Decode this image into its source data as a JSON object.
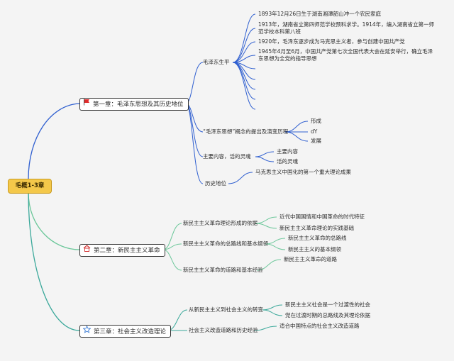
{
  "root": {
    "label": "毛概1-3章"
  },
  "colors": {
    "blue": "#2f5fd0",
    "green": "#6cc79a",
    "teal": "#3aa89a",
    "root_fill": "#f4c84a"
  },
  "ch1": {
    "label": "第一章：毛泽东思想及其历史地位",
    "icon": "red-flag-icon",
    "b1": {
      "label": "毛泽东生平",
      "items": [
        "1893年12月26日生于湖南湘潭韶山冲一个农民家庭",
        "1913年，湖南省立第四师范学校预科求学。1914年，编入湖南省立第一师范学校本科第八班",
        "1920年，毛泽东逐步成为马克思主义者，参与创建中国共产党",
        "1945年4月至6月，中国共产党第七次全国代表大会在延安举行，确立毛泽东思想为全党的指导思想"
      ]
    },
    "b2": {
      "label": "“毛泽东思想”概念的提出及演变历程",
      "items": [
        "形成",
        "dY",
        "发展"
      ]
    },
    "b3": {
      "label": "主要内容，活的灵魂",
      "items": [
        "主要内容",
        "活的灵魂"
      ]
    },
    "b4": {
      "label": "历史地位",
      "items": [
        "马克思主义中国化的第一个重大理论成果"
      ]
    }
  },
  "ch2": {
    "label": "第二章：新民主主义革命",
    "icon": "house-icon",
    "b1": {
      "label": "新民主主义革命理论形成的依据",
      "items": [
        "近代中国国情和中国革命的时代特征",
        "新民主主义革命理论的实践基础"
      ]
    },
    "b2": {
      "label": "新民主主义革命的总路线和基本纲领",
      "items": [
        "新民主主义革命的总路线",
        "新民主主义的基本纲领"
      ]
    },
    "b3": {
      "label": "新民主主义革命的道路和基本经验",
      "items": [
        "新民主主义革命的道路"
      ]
    }
  },
  "ch3": {
    "label": "第三章：社会主义改造理论",
    "icon": "star-icon",
    "b1": {
      "label": "从新民主主义到社会主义的转变",
      "items": [
        "新民主主义社会是一个过渡性的社会",
        "党在过渡时期的总路线及其理论依据"
      ]
    },
    "b2": {
      "label": "社会主义改造道路和历史经验",
      "items": [
        "适合中国特点的社会主义改造道路"
      ]
    }
  }
}
